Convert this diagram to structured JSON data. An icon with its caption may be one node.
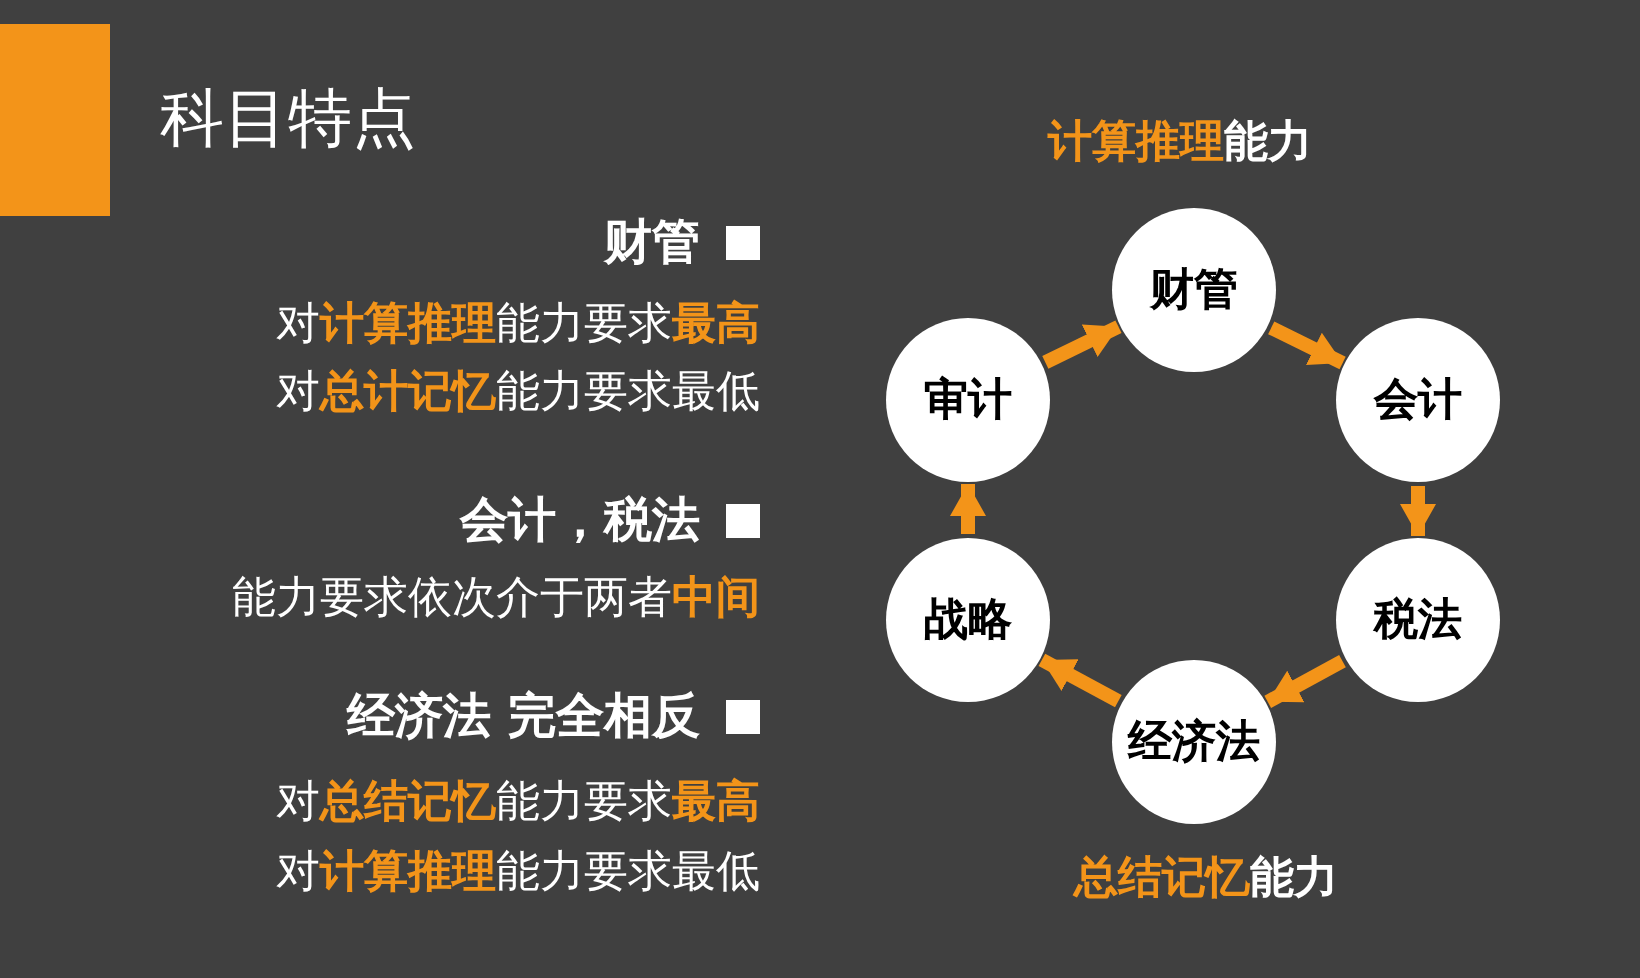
{
  "diagram": {
    "title": "科目特点",
    "nodes": [
      {
        "text": [
          "财管"
        ]
      },
      {
        "text": [
          "会计"
        ]
      },
      {
        "text": [
          "税法"
        ]
      },
      {
        "text": [
          "经济法"
        ]
      },
      {
        "text": [
          "战略"
        ]
      },
      {
        "text": [
          "审计"
        ]
      }
    ],
    "edges": [
      {
        "from": 0,
        "to": 1,
        "arrow": "to"
      },
      {
        "from": 1,
        "to": 2,
        "arrow": "to"
      },
      {
        "from": 2,
        "to": 3,
        "arrow": "to"
      },
      {
        "from": 3,
        "to": 4,
        "arrow": "to"
      },
      {
        "from": 4,
        "to": 5,
        "arrow": "to"
      },
      {
        "from": 5,
        "to": 0,
        "arrow": "to"
      }
    ],
    "labels": [
      "**计算推理**能力",
      "财管",
      "对**计算推理**能力要求**最高**",
      "对**总计记忆**能力要求最低",
      "会计，税法",
      "能力要求依次介于两者**中间**",
      "经济法 完全相反",
      "对**总结记忆**能力要求**最高**",
      "对**计算推理**能力要求最低",
      "**总结记忆**能力"
    ]
  }
}
